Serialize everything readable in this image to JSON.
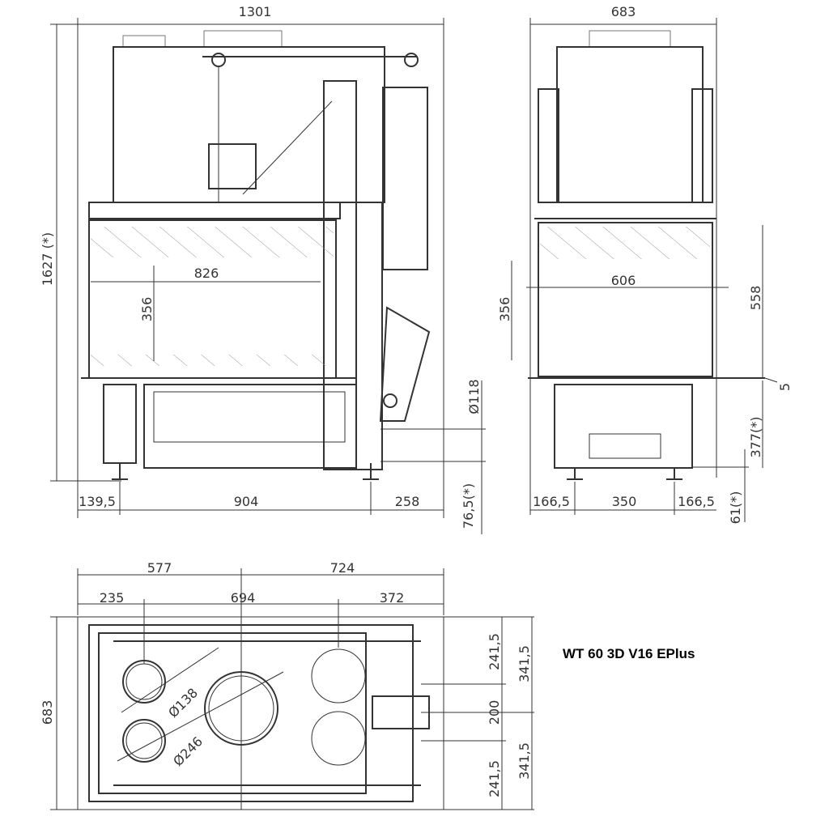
{
  "title": "WT 60 3D V16 EPlus",
  "front_view": {
    "width": "1301",
    "height": "1627 (*)",
    "glass_width": "826",
    "glass_height": "356",
    "flue_diameter": "Ø118",
    "bottom_left": "139,5",
    "bottom_middle": "904",
    "bottom_right": "258",
    "foot_height": "76,5(*)"
  },
  "side_view": {
    "width": "683",
    "glass_width": "606",
    "glass_height": "356",
    "opening_height": "558",
    "ledge": "5",
    "base_height": "377(*)",
    "bottom_left": "166,5",
    "bottom_middle": "350",
    "bottom_right": "166,5",
    "foot_height": "61(*)"
  },
  "top_view": {
    "left_span": "577",
    "right_span": "724",
    "seg_left": "235",
    "seg_middle": "694",
    "seg_right": "372",
    "depth": "683",
    "small_diameter": "Ø138",
    "large_diameter": "Ø246",
    "right_top": "241,5",
    "right_middle": "200",
    "right_bottom": "241,5",
    "outer_top": "341,5",
    "outer_bottom": "341,5"
  }
}
